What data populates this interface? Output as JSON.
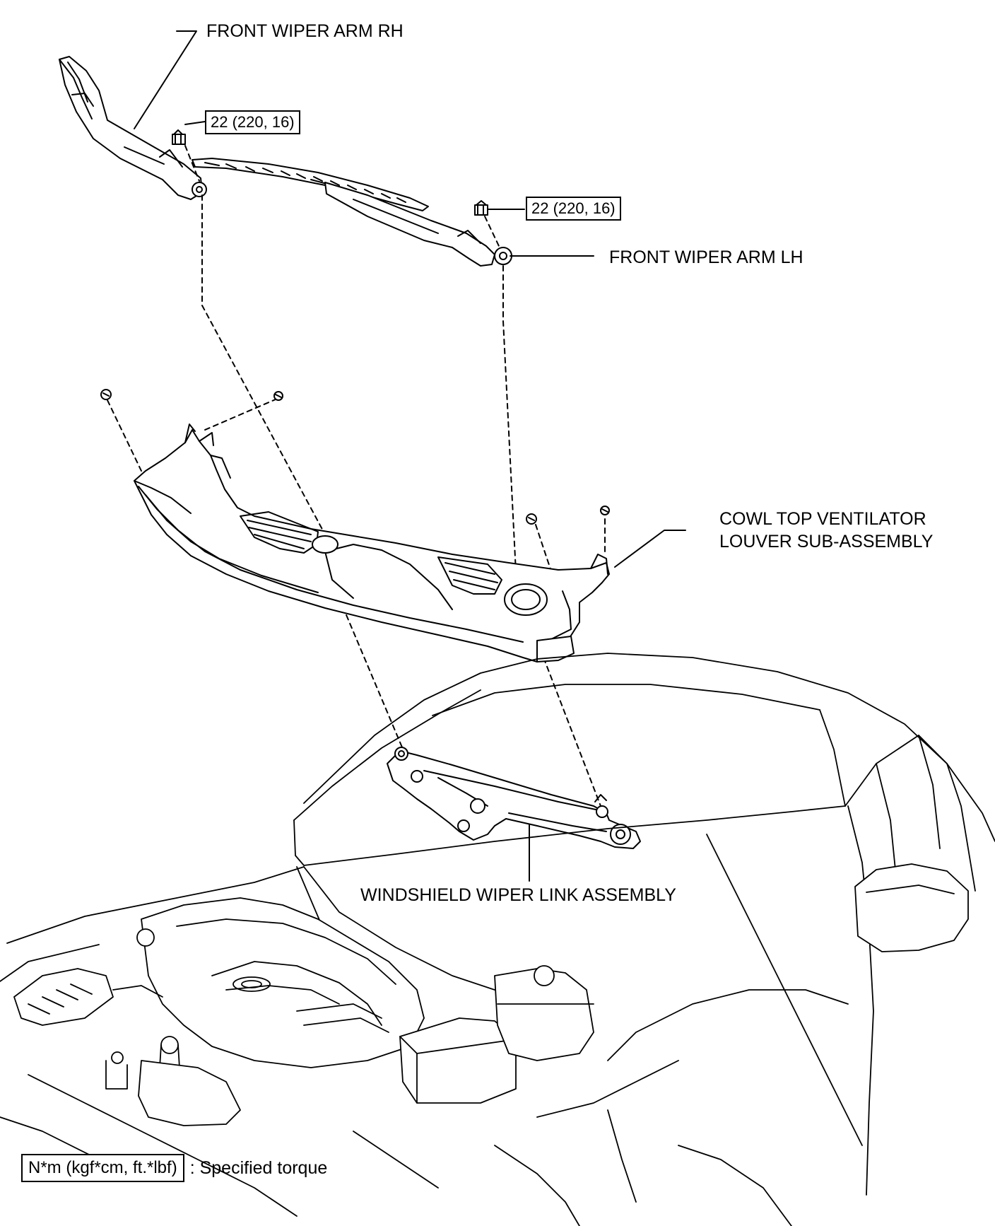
{
  "labels": {
    "arm_rh": "FRONT WIPER ARM RH",
    "arm_lh": "FRONT WIPER ARM LH",
    "cowl_line1": "COWL TOP VENTILATOR",
    "cowl_line2": "LOUVER SUB-ASSEMBLY",
    "link": "WINDSHIELD WIPER LINK ASSEMBLY"
  },
  "torque": {
    "rh_nut": "22 (220, 16)",
    "lh_nut": "22 (220, 16)"
  },
  "legend": {
    "unit": "N*m (kgf*cm, ft.*lbf)",
    "description": ": Specified torque"
  }
}
